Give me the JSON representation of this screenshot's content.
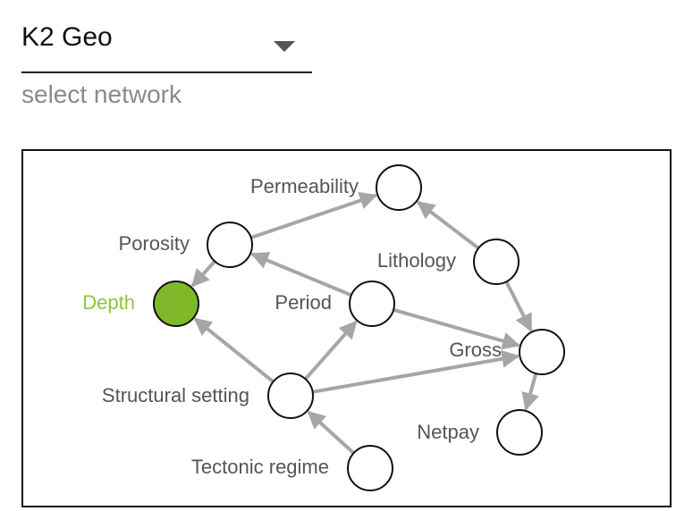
{
  "network_select": {
    "value": "K2 Geo",
    "label": "select network"
  },
  "colors": {
    "selected_node": "#7fb829",
    "selected_label": "#8cc63f",
    "edge": "#a6a6a6",
    "label": "#555555"
  },
  "nodes": [
    {
      "id": "permeability",
      "label": "Permeability",
      "selected": false
    },
    {
      "id": "porosity",
      "label": "Porosity",
      "selected": false
    },
    {
      "id": "lithology",
      "label": "Lithology",
      "selected": false
    },
    {
      "id": "depth",
      "label": "Depth",
      "selected": true
    },
    {
      "id": "period",
      "label": "Period",
      "selected": false
    },
    {
      "id": "gross",
      "label": "Gross",
      "selected": false
    },
    {
      "id": "structural-setting",
      "label": "Structural setting",
      "selected": false
    },
    {
      "id": "netpay",
      "label": "Netpay",
      "selected": false
    },
    {
      "id": "tectonic-regime",
      "label": "Tectonic regime",
      "selected": false
    }
  ],
  "edges": [
    {
      "from": "porosity",
      "to": "permeability"
    },
    {
      "from": "porosity",
      "to": "depth"
    },
    {
      "from": "lithology",
      "to": "permeability"
    },
    {
      "from": "lithology",
      "to": "gross"
    },
    {
      "from": "period",
      "to": "porosity"
    },
    {
      "from": "period",
      "to": "gross"
    },
    {
      "from": "structural-setting",
      "to": "depth"
    },
    {
      "from": "structural-setting",
      "to": "period"
    },
    {
      "from": "structural-setting",
      "to": "gross"
    },
    {
      "from": "gross",
      "to": "netpay"
    },
    {
      "from": "tectonic-regime",
      "to": "structural-setting"
    }
  ]
}
